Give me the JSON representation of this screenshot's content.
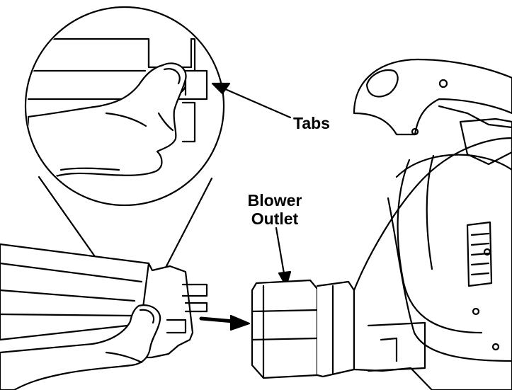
{
  "labels": {
    "tabs": "Tabs",
    "blower_outlet_line1": "Blower",
    "blower_outlet_line2": "Outlet"
  },
  "colors": {
    "ink": "#000000",
    "paper": "#ffffff"
  }
}
